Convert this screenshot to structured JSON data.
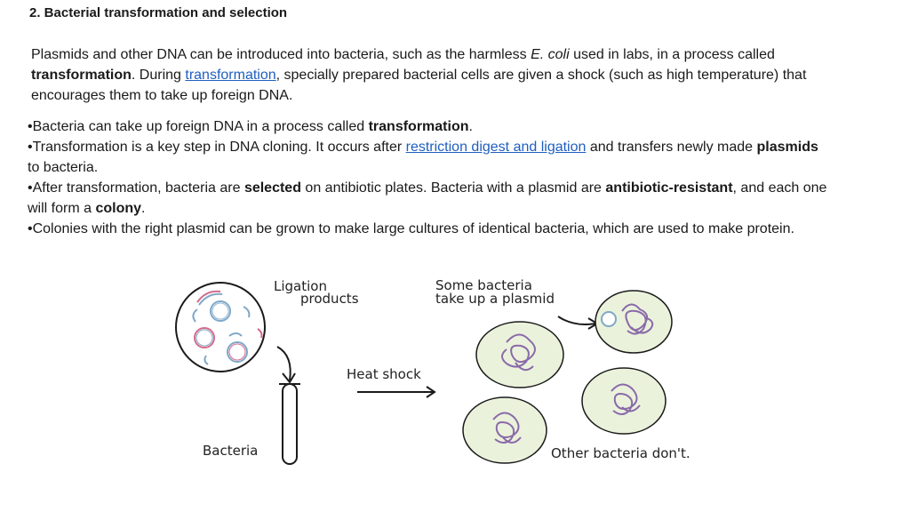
{
  "heading": "2. Bacterial transformation and selection",
  "intro": {
    "p1": "Plasmids and other DNA can be introduced into bacteria, such as the harmless ",
    "ecoli": "E. coli",
    "p2": " used in labs, in a process called ",
    "transformation_bold": "transformation",
    "p3": ". During ",
    "transformation_link": "transformation",
    "p4": ", specially prepared bacterial cells are given a shock (such as high temperature) that encourages them to take up foreign DNA."
  },
  "bullets": {
    "b1": {
      "t1": "•Bacteria can take up foreign DNA in a process called ",
      "bold": "transformation",
      "t2": "."
    },
    "b2": {
      "t1": "•Transformation is a key step in DNA cloning. It occurs after ",
      "link": "restriction digest and ligation",
      "t2": " and transfers newly made ",
      "bold": "plasmids",
      "t3": " to bacteria."
    },
    "b3": {
      "t1": "•After transformation, bacteria are ",
      "bold1": "selected",
      "t2": " on antibiotic plates. Bacteria with a plasmid are ",
      "bold2": "antibiotic-resistant",
      "t3": ", and each one will form a ",
      "bold3": "colony",
      "t4": "."
    },
    "b4": {
      "t1": "•Colonies with the right plasmid can be grown to make large cultures of identical bacteria, which are used to make protein."
    }
  },
  "diagram": {
    "ligation_line1": "Ligation",
    "ligation_line2": "products",
    "some_line1": "Some bacteria",
    "some_line2": "take up a plasmid",
    "heat_shock": "Heat shock",
    "bacteria": "Bacteria",
    "other": "Other bacteria don't."
  },
  "colors": {
    "link": "#1f5fbf",
    "cell_fill": "#eaf2dc",
    "dna_purple": "#8a6aa8",
    "plasmid_blue": "#7fa8c8",
    "plasmid_pink": "#d46a8a"
  }
}
